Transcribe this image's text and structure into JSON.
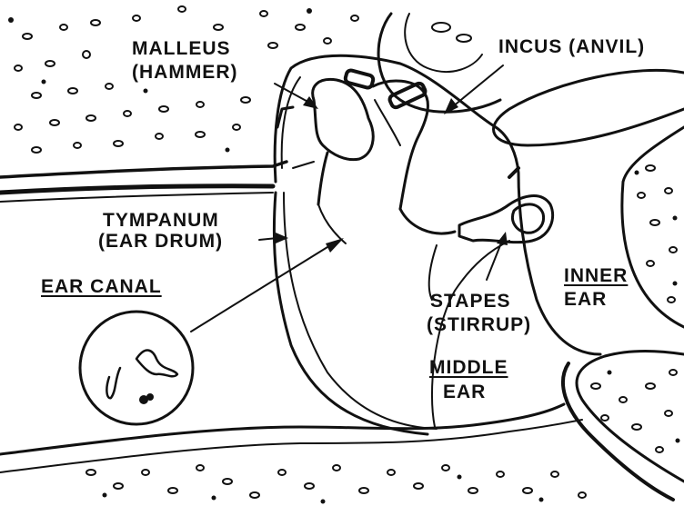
{
  "labels": {
    "malleus": "MALLEUS",
    "hammer": "(HAMMER)",
    "incus": "INCUS (ANVIL)",
    "tympanum": "TYMPANUM",
    "ear_drum": "(EAR DRUM)",
    "ear_canal": "EAR CANAL",
    "inner_1": "INNER",
    "inner_2": "EAR",
    "stapes": "STAPES",
    "stirrup": "(STIRRUP)",
    "middle_1": "MIDDLE",
    "middle_2": "EAR"
  },
  "colors": {
    "ink": "#111111",
    "paper": "#ffffff"
  }
}
